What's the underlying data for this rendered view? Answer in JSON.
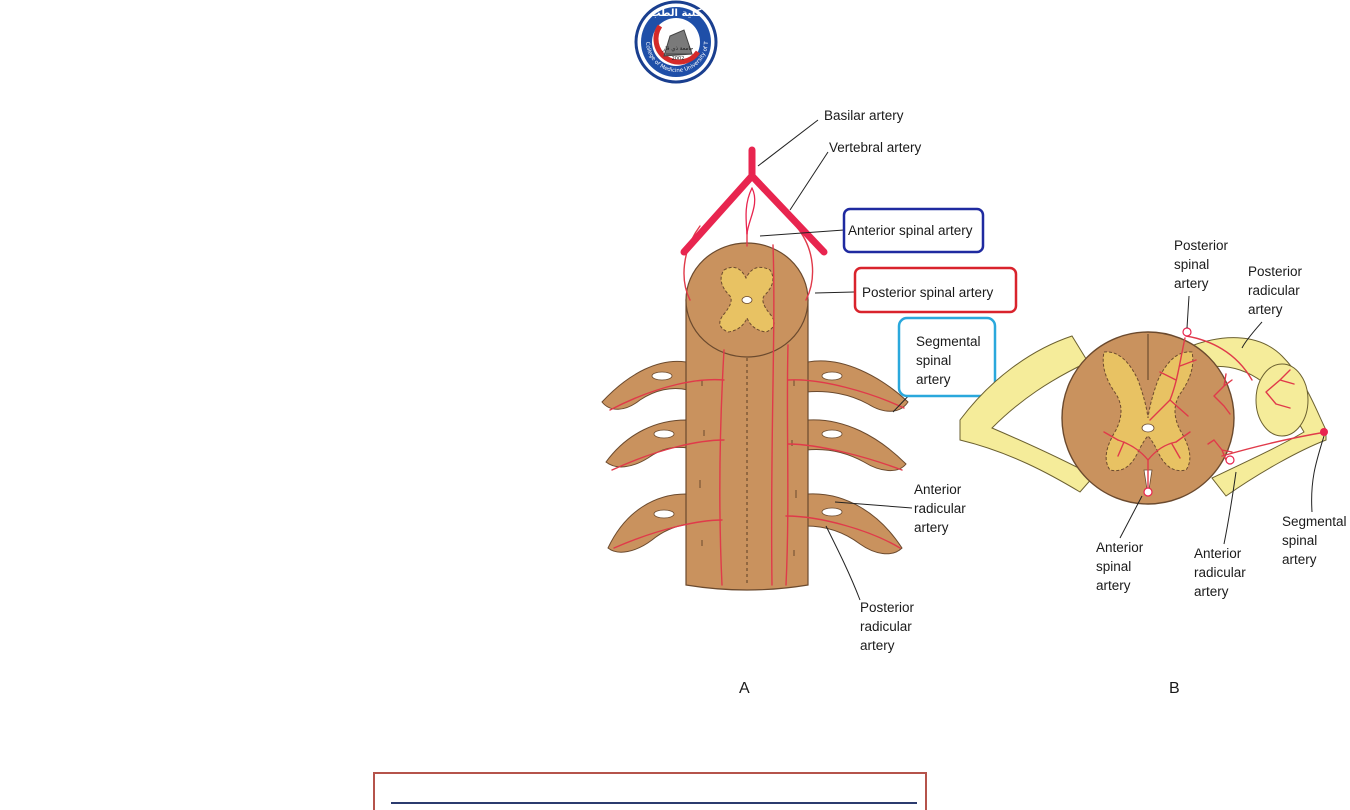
{
  "logo": {
    "arabic_top": "كلية الطب",
    "arabic_center": "جامعة ذي قار",
    "year": "2002",
    "english_ring": "College of Medicine University of Thi-Qar"
  },
  "figure_a": {
    "panel_label": "A",
    "labels": {
      "basilar": "Basilar artery",
      "vertebral": "Vertebral artery",
      "anterior_spinal": "Anterior spinal artery",
      "posterior_spinal": "Posterior spinal artery",
      "segmental": [
        "Segmental",
        "spinal",
        "artery"
      ],
      "anterior_radicular": [
        "Anterior",
        "radicular",
        "artery"
      ],
      "posterior_radicular": [
        "Posterior",
        "radicular",
        "artery"
      ]
    }
  },
  "figure_b": {
    "panel_label": "B",
    "labels": {
      "posterior_spinal": [
        "Posterior",
        "spinal",
        "artery"
      ],
      "posterior_radicular": [
        "Posterior",
        "radicular",
        "artery"
      ],
      "segmental": [
        "Segmental",
        "spinal",
        "artery"
      ],
      "anterior_spinal": [
        "Anterior",
        "spinal",
        "artery"
      ],
      "anterior_radicular": [
        "Anterior",
        "radicular",
        "artery"
      ]
    }
  },
  "colors": {
    "artery_red": "#e8254f",
    "cord_brown": "#c9925e",
    "grey_matter": "#e8c263",
    "root_yellow": "#f5ec9a",
    "box_blue": "#1f2aa0",
    "box_red": "#d9232c",
    "box_cyan": "#2aa8dc"
  }
}
